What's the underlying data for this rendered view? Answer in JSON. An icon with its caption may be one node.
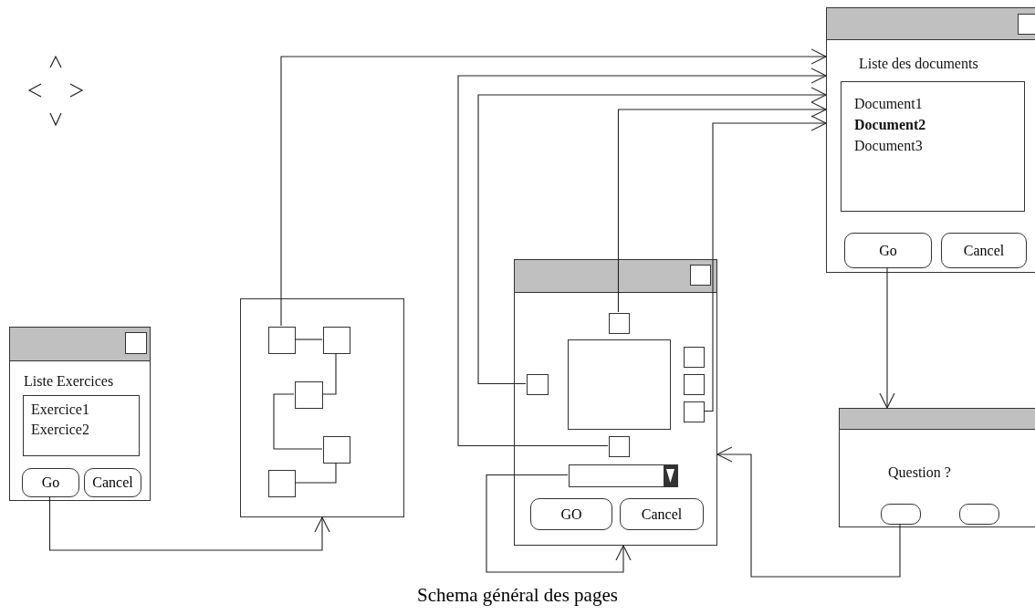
{
  "diagram": {
    "caption": "Schema général des pages",
    "nodes": [
      {
        "text": [
          "Liste Exercices"
        ]
      },
      {
        "text": [
          "Exercice1",
          "Exercice2"
        ],
        "in": 0
      },
      {
        "text": [
          "Go"
        ],
        "in": 0
      },
      {
        "text": [
          "Cancel"
        ],
        "in": 0
      },
      {
        "text": [],
        "shape": "box"
      },
      {
        "text": [],
        "shape": "box",
        "in": 4
      },
      {
        "text": [],
        "shape": "box",
        "in": 4
      },
      {
        "text": [],
        "shape": "box",
        "in": 4
      },
      {
        "text": [],
        "shape": "box",
        "in": 4
      },
      {
        "text": [],
        "shape": "box",
        "in": 4
      },
      {
        "text": [],
        "shape": "box"
      },
      {
        "text": [],
        "shape": "box",
        "in": 10
      },
      {
        "text": [],
        "shape": "box",
        "in": 10
      },
      {
        "text": [],
        "shape": "box",
        "in": 10
      },
      {
        "text": [],
        "shape": "box",
        "in": 10
      },
      {
        "text": [],
        "shape": "box",
        "in": 10
      },
      {
        "text": [],
        "shape": "box",
        "in": 10
      },
      {
        "text": [],
        "shape": "box",
        "in": 10
      },
      {
        "text": [],
        "shape": "box",
        "in": 10
      },
      {
        "text": [
          "GO"
        ],
        "in": 10
      },
      {
        "text": [
          "Cancel"
        ],
        "in": 10
      },
      {
        "text": [
          "Liste des documents"
        ]
      },
      {
        "text": [
          "Document1",
          "Document2",
          "Document3"
        ],
        "in": 21
      },
      {
        "text": [
          "Go"
        ],
        "in": 21
      },
      {
        "text": [
          "Cancel"
        ],
        "in": 21
      },
      {
        "text": [
          "Question ?"
        ]
      },
      {
        "text": [],
        "shape": "box",
        "in": 25
      },
      {
        "text": [],
        "shape": "box",
        "in": 25
      }
    ],
    "edges": [
      {
        "from": 2,
        "to": 4,
        "arrow": "to"
      },
      {
        "from": 5,
        "to": 6,
        "arrow": "none"
      },
      {
        "from": 6,
        "to": 7,
        "arrow": "none"
      },
      {
        "from": 7,
        "to": 8,
        "arrow": "none"
      },
      {
        "from": 8,
        "to": 9,
        "arrow": "none"
      },
      {
        "from": 5,
        "to": 21,
        "arrow": "to"
      },
      {
        "from": 17,
        "to": 21,
        "arrow": "to"
      },
      {
        "from": 12,
        "to": 21,
        "arrow": "to"
      },
      {
        "from": 11,
        "to": 21,
        "arrow": "to"
      },
      {
        "from": 16,
        "to": 21,
        "arrow": "to"
      },
      {
        "from": 23,
        "to": 25,
        "arrow": "to"
      },
      {
        "from": 26,
        "to": 10,
        "arrow": "to"
      },
      {
        "from": 18,
        "to": 10,
        "arrow": "to"
      }
    ]
  }
}
